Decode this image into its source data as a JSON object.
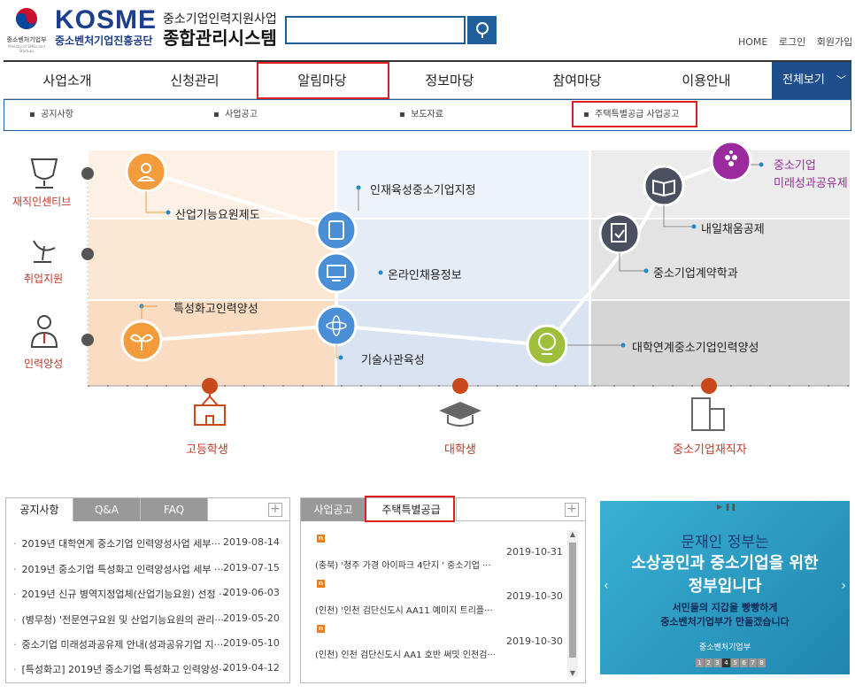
{
  "header": {
    "ministry_name": "중소벤처기업부",
    "ministry_sub": "Ministry of SMEs and Startups",
    "kosme_word": "KOSME",
    "kosme_name": "중소벤처기업진흥공단",
    "site_sub": "중소기업인력지원사업",
    "site_main": "종합관리시스템",
    "search_value": "",
    "util": [
      "HOME",
      "로그인",
      "회원가입"
    ]
  },
  "gnb": [
    "사업소개",
    "신청관리",
    "알림마당",
    "정보마당",
    "참여마당",
    "이용안내"
  ],
  "view_all": "전체보기",
  "subnav": [
    "공지사항",
    "사업공고",
    "보도자료",
    "주택특별공급 사업공고"
  ],
  "info": {
    "rows": [
      "재직인센티브",
      "취업지원",
      "인력양성"
    ],
    "stages": [
      "고등학생",
      "대학생",
      "중소기업재직자"
    ],
    "programs": [
      "산업기능요원제도",
      "인재육성중소기업지정",
      "온라인채용정보",
      "특성화고인력양성",
      "기술사관육성",
      "대학연계중소기업인력양성",
      "중소기업계약학과",
      "내일채움공제",
      "중소기업",
      "미래성과공유제"
    ]
  },
  "notice_board": {
    "tabs": [
      "공지사항",
      "Q&A",
      "FAQ"
    ],
    "rows": [
      {
        "title": "2019년 대학연계 중소기업 인력양성사업 세부···",
        "date": "2019-08-14"
      },
      {
        "title": "2019년 중소기업 특성화고 인력양성사업 세부 ···",
        "date": "2019-07-15"
      },
      {
        "title": "2019년 신규 병역지정업체(산업기능요원) 선정 ···",
        "date": "2019-06-03"
      },
      {
        "title": "(병무청) '전문연구요원 및 산업기능요원의 관리···",
        "date": "2019-05-20"
      },
      {
        "title": "중소기업 미래성과공유제 안내(성과공유기업 지···",
        "date": "2019-05-10"
      },
      {
        "title": "[특성화고] 2019년 중소기업 특성화고 인력양성···",
        "date": "2019-04-12"
      }
    ]
  },
  "biz_board": {
    "tabs": [
      "사업공고",
      "주택특별공급"
    ],
    "rows": [
      {
        "title": "(충북) '청주 가경 아이파크 4단지 ' 중소기업 ···",
        "date": "2019-10-31"
      },
      {
        "title": "(인천) '인천 검단신도시 AA11 예미지 트리플···",
        "date": "2019-10-30"
      },
      {
        "title": "(인천) 인천 검단신도시 AA1 호반 써밋 인천검···",
        "date": "2019-10-30"
      }
    ]
  },
  "banner": {
    "line1": "문재인 정부는",
    "line2": "소상공인과 중소기업을 위한",
    "line3": "정부입니다",
    "line4": "서민들의 지갑을 빵빵하게",
    "line5": "중소벤처기업부가 만들겠습니다",
    "org": "중소벤처기업부",
    "pages": [
      "1",
      "2",
      "3",
      "4",
      "5",
      "6",
      "7",
      "8"
    ]
  },
  "colors": {
    "accent": "#1e5f9a",
    "highlight": "#e02020",
    "orange": "#f39c3c",
    "blue": "#4a8fd6",
    "purple": "#9b2a9e"
  }
}
